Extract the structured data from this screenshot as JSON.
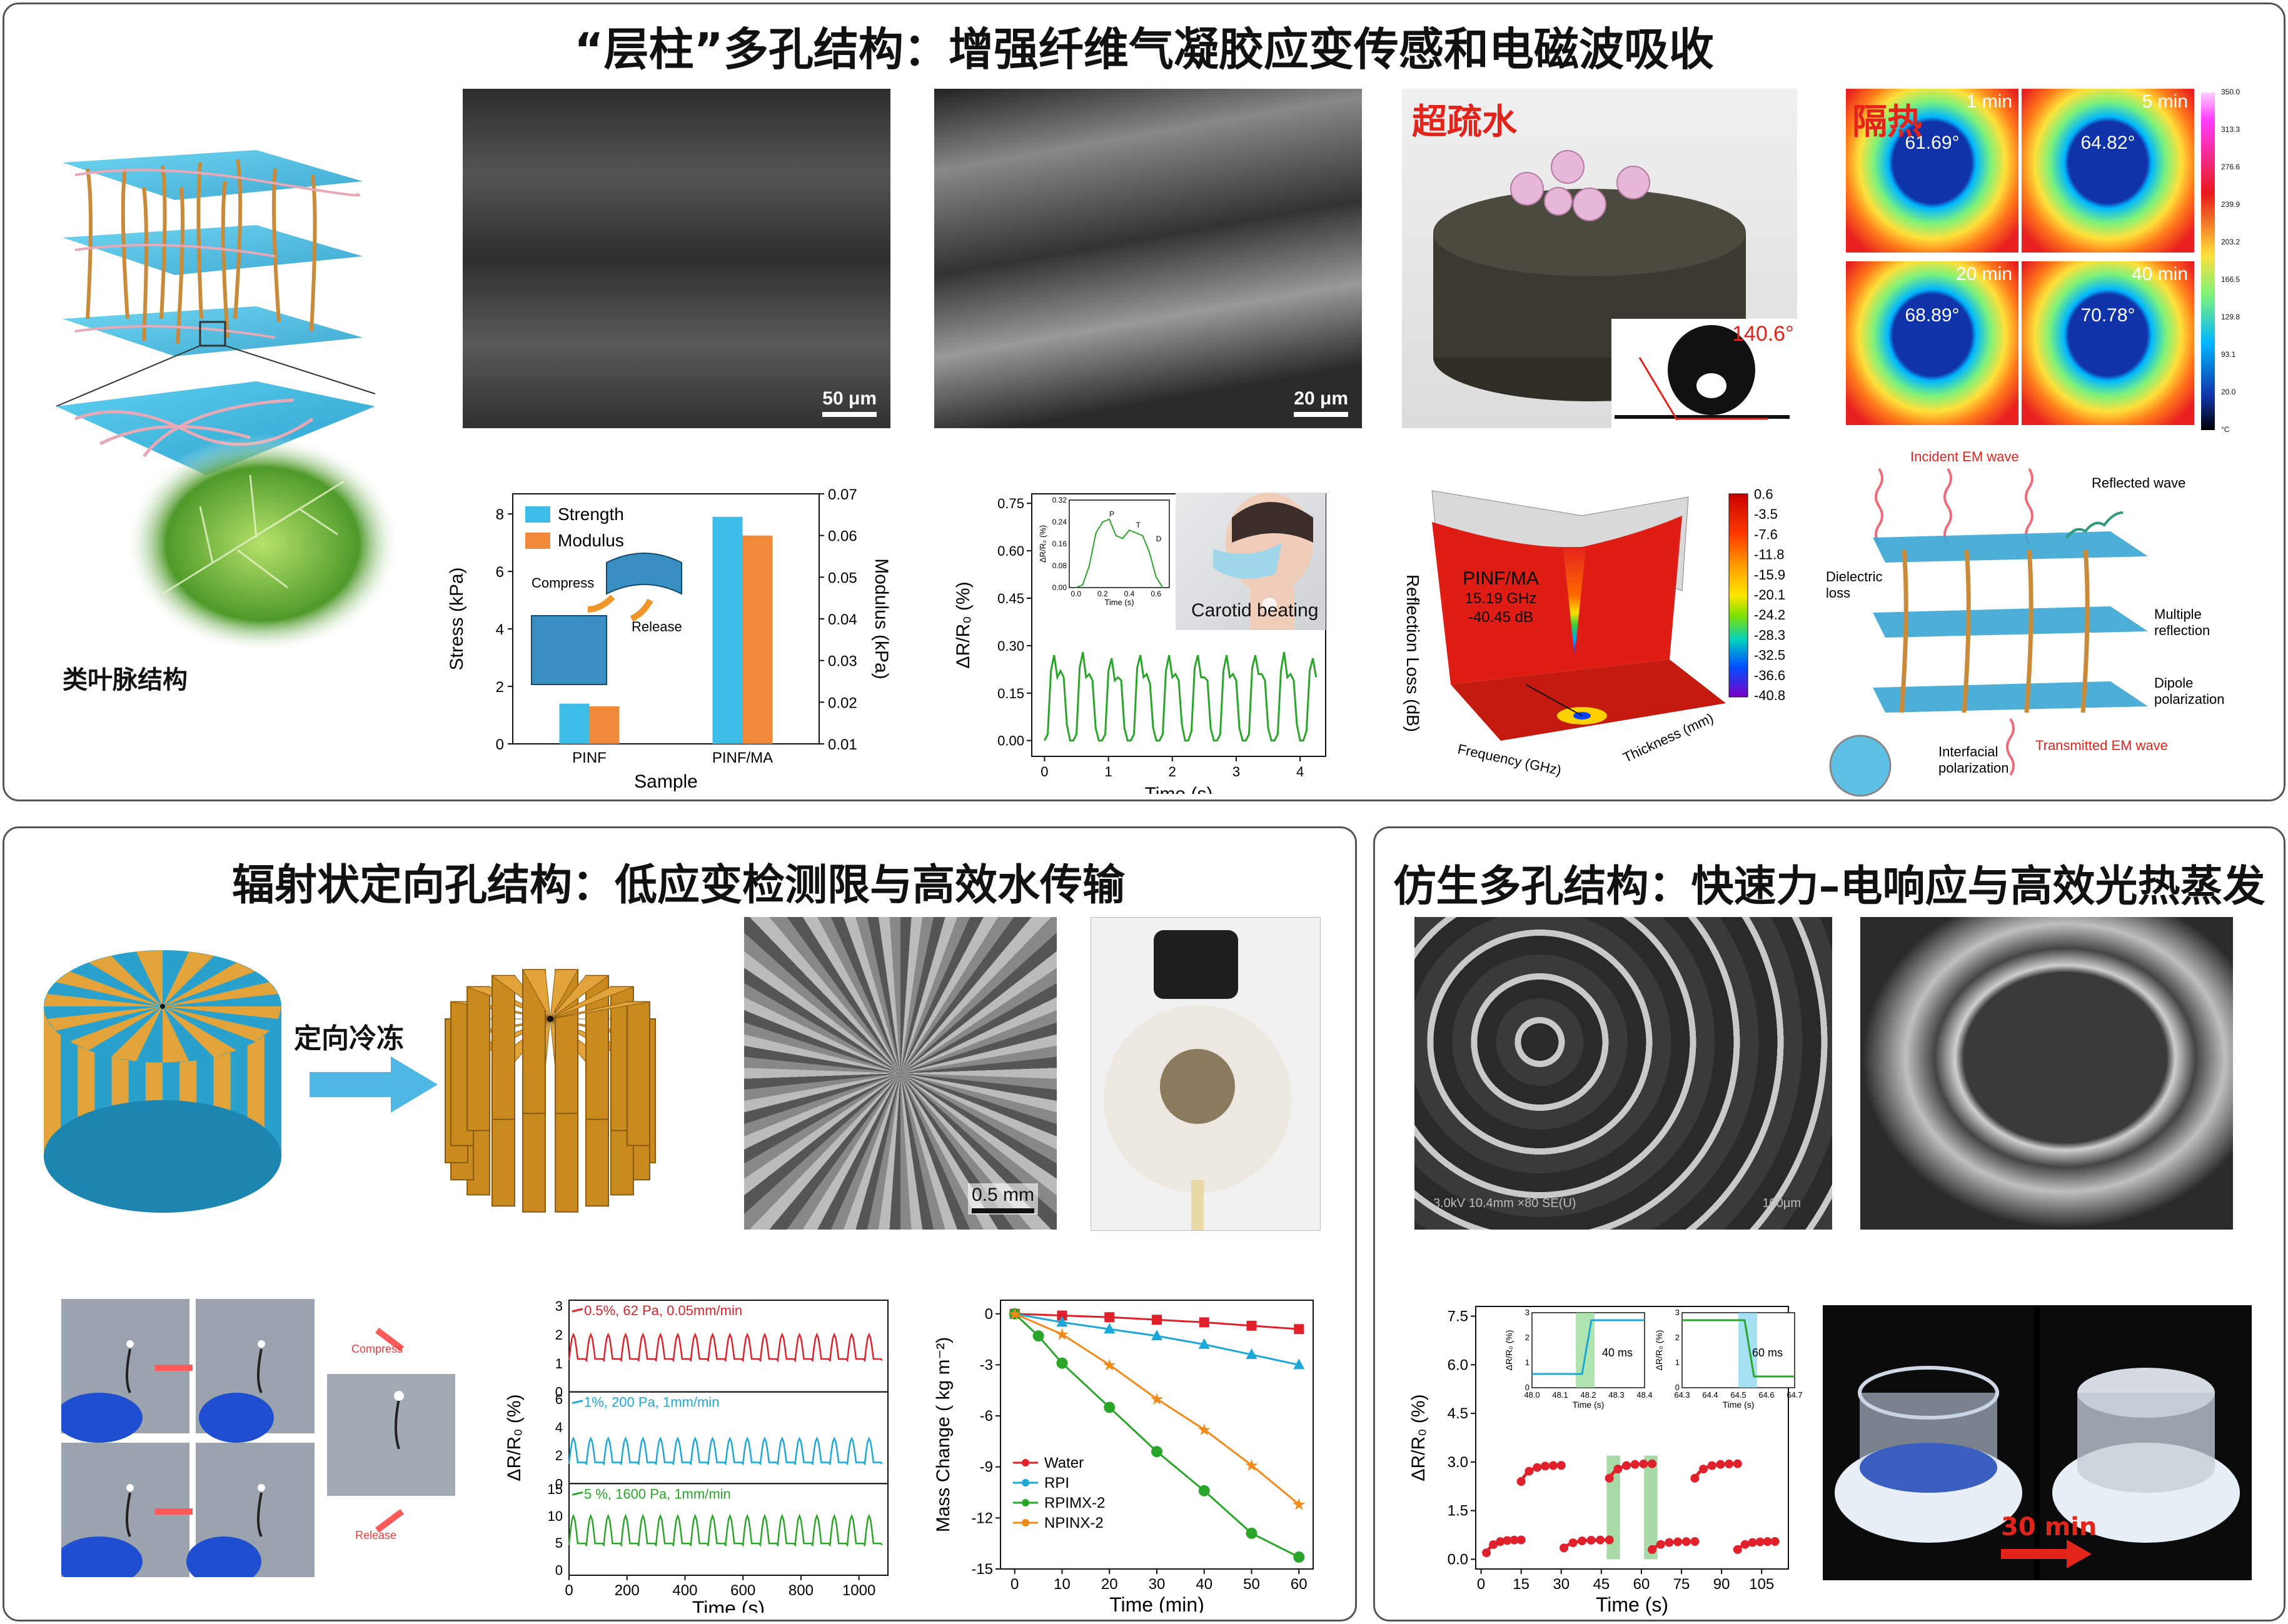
{
  "top": {
    "title": "“层柱”多孔结构：增强纤维气凝胶应变传感和电磁波吸收",
    "leaf_label": "类叶脉结构",
    "sem1_scale": "50 μm",
    "sem2_scale": "20 μm",
    "hydrophobic_label": "超疏水",
    "contact_angle": "140.6°",
    "insulation_label": "隔热",
    "thermal_cells": [
      {
        "time": "1 min",
        "temp": "61.69°"
      },
      {
        "time": "5 min",
        "temp": "64.82°"
      },
      {
        "time": "20 min",
        "temp": "68.89°"
      },
      {
        "time": "40 min",
        "temp": "70.78°"
      }
    ],
    "thermal_scale_ticks": [
      "350.0",
      "313.3",
      "276.6",
      "239.9",
      "203.2",
      "166.5",
      "129.8",
      "93.1",
      "20.0",
      "°C"
    ],
    "em": {
      "incident": "Incident EM wave",
      "reflected": "Reflected wave",
      "dielectric": "Dielectric loss",
      "multiple": "Multiple reflection",
      "dipole": "Dipole polarization",
      "interfacial": "Interfacial polarization",
      "transmitted": "Transmitted EM wave"
    }
  },
  "bottom_left": {
    "title": "辐射状定向孔结构：低应变检测限与高效水传输",
    "freeze_label": "定向冷冻",
    "sem_scale": "0.5 mm",
    "compress_label": "Compress",
    "release_label": "Release"
  },
  "bottom_right": {
    "title": "仿生多孔结构：快速力–电响应与高效光热蒸发",
    "sem1_caption": "3.0kV 10.4mm ×80 SE(U)",
    "sem1_scale": "100μm",
    "time_label": "30 min"
  },
  "chart_data": [
    {
      "type": "bar",
      "categories": [
        "PINF",
        "PINF/MA"
      ],
      "series": [
        {
          "name": "Strength",
          "values": [
            1.4,
            7.9
          ],
          "color": "#3bbde8"
        },
        {
          "name": "Modulus",
          "values": [
            0.019,
            0.06
          ],
          "color": "#f0893a"
        }
      ],
      "xlabel": "Sample",
      "ylabel": "Stress (kPa)",
      "y2label": "Modulus (kPa)",
      "ylim": [
        0,
        8.7
      ],
      "y2lim": [
        0.01,
        0.07
      ],
      "yticks": [
        "0",
        "2",
        "4",
        "6",
        "8"
      ],
      "y2ticks": [
        "0.01",
        "0.02",
        "0.03",
        "0.04",
        "0.05",
        "0.06",
        "0.07"
      ],
      "annotations": [
        "Compress",
        "Release"
      ]
    },
    {
      "type": "line",
      "x": [
        0,
        0.05,
        0.1,
        0.15,
        0.2,
        0.25,
        0.3,
        0.35,
        0.4,
        0.45,
        0.5,
        0.55,
        0.6,
        0.65,
        0.7,
        0.75,
        0.8,
        0.85,
        0.9,
        0.95,
        1.0,
        1.05,
        1.1,
        1.15,
        1.2,
        1.25,
        1.3,
        1.35,
        1.4,
        1.45,
        1.5,
        1.55,
        1.6,
        1.65,
        1.7,
        1.75,
        1.8,
        1.85,
        1.9,
        1.95,
        2.0,
        2.05,
        2.1,
        2.15,
        2.2,
        2.25,
        2.3,
        2.35,
        2.4,
        2.45,
        2.5,
        2.55,
        2.6,
        2.65,
        2.7,
        2.75,
        2.8,
        2.85,
        2.9,
        2.95,
        3.0,
        3.05,
        3.1,
        3.15,
        3.2,
        3.25,
        3.3,
        3.35,
        3.4,
        3.45,
        3.5,
        3.55,
        3.6,
        3.65,
        3.7,
        3.75,
        3.8,
        3.85,
        3.9,
        3.95,
        4.0,
        4.05,
        4.1,
        4.15,
        4.2,
        4.25
      ],
      "values": [
        0.0,
        0.02,
        0.22,
        0.27,
        0.2,
        0.22,
        0.2,
        0.05,
        0.0,
        0.0,
        0.02,
        0.23,
        0.28,
        0.2,
        0.21,
        0.19,
        0.04,
        0.0,
        0.0,
        0.02,
        0.22,
        0.26,
        0.19,
        0.2,
        0.19,
        0.04,
        0.0,
        0.0,
        0.02,
        0.23,
        0.27,
        0.2,
        0.21,
        0.18,
        0.04,
        0.0,
        0.0,
        0.02,
        0.22,
        0.27,
        0.2,
        0.21,
        0.19,
        0.05,
        0.0,
        0.0,
        0.03,
        0.23,
        0.27,
        0.2,
        0.2,
        0.19,
        0.04,
        0.0,
        0.0,
        0.02,
        0.22,
        0.27,
        0.2,
        0.21,
        0.19,
        0.04,
        0.0,
        0.0,
        0.02,
        0.23,
        0.27,
        0.21,
        0.21,
        0.19,
        0.04,
        0.0,
        0.0,
        0.02,
        0.22,
        0.28,
        0.2,
        0.21,
        0.19,
        0.05,
        0.0,
        0.0,
        0.03,
        0.22,
        0.26,
        0.2
      ],
      "xlabel": "Time (s)",
      "ylabel": "ΔR/R₀ (%)",
      "xticks": [
        "0",
        "1",
        "2",
        "3",
        "4"
      ],
      "yticks": [
        "0.00",
        "0.15",
        "0.30",
        "0.45",
        "0.60",
        "0.75"
      ],
      "ylim": [
        -0.05,
        0.78
      ],
      "xlim": [
        -0.2,
        4.4
      ],
      "inset": {
        "x": [
          0,
          0.05,
          0.1,
          0.15,
          0.2,
          0.25,
          0.3,
          0.35,
          0.4,
          0.45,
          0.5,
          0.55,
          0.6,
          0.65
        ],
        "values": [
          0.0,
          0.01,
          0.08,
          0.2,
          0.24,
          0.25,
          0.19,
          0.18,
          0.21,
          0.2,
          0.19,
          0.13,
          0.04,
          0.0
        ],
        "xlabel": "Time (s)",
        "ylabel": "ΔR/R₀ (%)",
        "xticks": [
          "0.0",
          "0.2",
          "0.4",
          "0.6"
        ],
        "yticks": [
          "0.00",
          "0.08",
          "0.16",
          "0.24",
          "0.32"
        ],
        "point_labels": [
          "P",
          "T",
          "D"
        ]
      },
      "photo_label": "Carotid beating"
    },
    {
      "type": "heatmap",
      "ylabel": "Reflection Loss (dB)",
      "xlabel": "Frequency (GHz)",
      "zlabel": "Thickness (mm)",
      "annotation": [
        "PINF/MA",
        "15.19 GHz",
        "-40.45 dB"
      ],
      "colorbar_ticks": [
        "0.6",
        "-3.5",
        "-7.6",
        "-11.8",
        "-15.9",
        "-20.1",
        "-24.2",
        "-28.3",
        "-32.5",
        "-36.6",
        "-40.8"
      ]
    },
    {
      "type": "line",
      "xlabel": "Time (s)",
      "ylabel": "ΔR/R₀ (%)",
      "xticks": [
        "0",
        "200",
        "400",
        "600",
        "800",
        "1000"
      ],
      "series": [
        {
          "name": "0.5%, 62 Pa, 0.05mm/min",
          "color": "#e0202a",
          "yticks": [
            "0",
            "1",
            "2",
            "3"
          ],
          "ylim": [
            0,
            3.2
          ],
          "base": 1.0,
          "amp": 1.0
        },
        {
          "name": "1%, 200 Pa, 1mm/min",
          "color": "#1ca7d8",
          "yticks": [
            "0",
            "2",
            "4",
            "6"
          ],
          "ylim": [
            0,
            6.5
          ],
          "base": 1.2,
          "amp": 2.0
        },
        {
          "name": "5 %, 1600 Pa, 1mm/min",
          "color": "#2aa52a",
          "yticks": [
            "0",
            "5",
            "10",
            "15"
          ],
          "ylim": [
            -1,
            16
          ],
          "base": 4.0,
          "amp": 6.0
        }
      ],
      "cycles": 18
    },
    {
      "type": "line",
      "x": [
        0,
        10,
        20,
        30,
        40,
        50,
        60
      ],
      "series": [
        {
          "name": "Water",
          "values": [
            0,
            -0.1,
            -0.2,
            -0.35,
            -0.5,
            -0.7,
            -0.9
          ],
          "color": "#e0202a",
          "marker": "square"
        },
        {
          "name": "RPI",
          "values": [
            0,
            -0.5,
            -0.9,
            -1.3,
            -1.8,
            -2.4,
            -3.0
          ],
          "color": "#1ca7d8",
          "marker": "triangle"
        },
        {
          "name": "RPIMX-2",
          "values": [
            0,
            -1.3,
            -2.9,
            -5.5,
            -8.1,
            -10.4,
            -12.9,
            -14.3
          ],
          "x": [
            0,
            5,
            10,
            20,
            30,
            40,
            50,
            60
          ],
          "color": "#2aa52a",
          "marker": "circle"
        },
        {
          "name": "NPINX-2",
          "values": [
            0,
            -1.2,
            -3.0,
            -5.0,
            -6.8,
            -8.9,
            -11.2
          ],
          "color": "#f08a1a",
          "marker": "star"
        }
      ],
      "xlabel": "Time (min)",
      "ylabel": "Mass Change ( kg m⁻²)",
      "xticks": [
        "0",
        "10",
        "20",
        "30",
        "40",
        "50",
        "60"
      ],
      "yticks": [
        "0",
        "-3",
        "-6",
        "-9",
        "-12",
        "-15"
      ],
      "ylim": [
        -15,
        0.8
      ],
      "xlim": [
        -3,
        63
      ]
    },
    {
      "type": "line",
      "xlabel": "Time (s)",
      "ylabel": "ΔR/R₀ (%)",
      "xticks": [
        "0",
        "15",
        "30",
        "45",
        "60",
        "75",
        "90",
        "105"
      ],
      "yticks": [
        "0.0",
        "1.5",
        "3.0",
        "4.5",
        "6.0",
        "7.5"
      ],
      "ylim": [
        -0.3,
        7.8
      ],
      "xlim": [
        -2,
        115
      ],
      "segments": [
        {
          "x0": 2,
          "x1": 15,
          "y_low": 0.2,
          "y_high": 0.6
        },
        {
          "x0": 15,
          "x1": 30,
          "y_low": 2.4,
          "y_high": 2.9
        },
        {
          "x0": 31,
          "x1": 48,
          "y_low": 0.35,
          "y_high": 0.6
        },
        {
          "x0": 48,
          "x1": 64,
          "y_low": 2.5,
          "y_high": 2.95
        },
        {
          "x0": 64,
          "x1": 80,
          "y_low": 0.3,
          "y_high": 0.55
        },
        {
          "x0": 80,
          "x1": 96,
          "y_low": 2.5,
          "y_high": 2.95
        },
        {
          "x0": 96,
          "x1": 110,
          "y_low": 0.3,
          "y_high": 0.55
        }
      ],
      "insets": [
        {
          "xticks": [
            "48.0",
            "48.1",
            "48.2",
            "48.3",
            "48.4"
          ],
          "yticks": [
            "0",
            "1",
            "2",
            "3"
          ],
          "label": "40 ms",
          "xlabel": "Time (s)",
          "ylabel": "ΔR/R₀ (%)"
        },
        {
          "xticks": [
            "64.3",
            "64.4",
            "64.5",
            "64.6",
            "64.7"
          ],
          "yticks": [
            "0",
            "1",
            "2",
            "3"
          ],
          "label": "60 ms",
          "xlabel": "Time (s)",
          "ylabel": "ΔR/R₀ (%)"
        }
      ]
    }
  ]
}
